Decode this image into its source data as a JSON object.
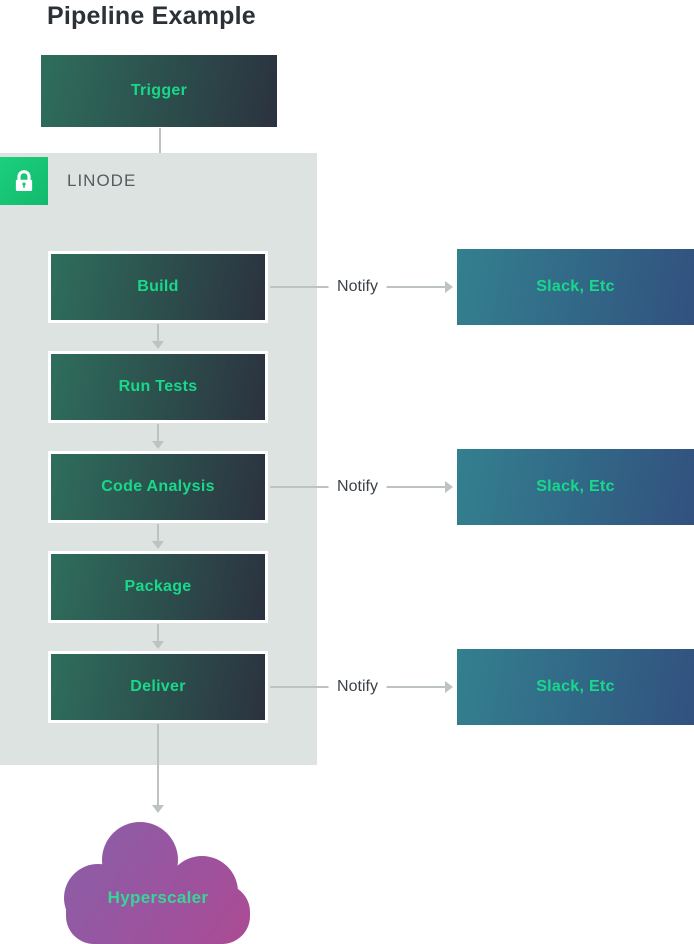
{
  "title": "Pipeline Example",
  "trigger": {
    "label": "Trigger"
  },
  "panel": {
    "label": "LINODE",
    "steps": [
      {
        "label": "Build"
      },
      {
        "label": "Run Tests"
      },
      {
        "label": "Code Analysis"
      },
      {
        "label": "Package"
      },
      {
        "label": "Deliver"
      }
    ]
  },
  "notifications": [
    {
      "from": "Build",
      "label": "Notify",
      "target": "Slack, Etc"
    },
    {
      "from": "Code Analysis",
      "label": "Notify",
      "target": "Slack, Etc"
    },
    {
      "from": "Deliver",
      "label": "Notify",
      "target": "Slack, Etc"
    }
  ],
  "cloud": {
    "label": "Hyperscaler"
  },
  "colors": {
    "step_gradient_start": "#2e6e5c",
    "step_gradient_end": "#2b323f",
    "accent_green": "#17d98a",
    "panel_bg": "#dde3e1",
    "lock_bg": "#16c577",
    "slack_gradient_start": "#33808f",
    "slack_gradient_end": "#32517f",
    "cloud_gradient_start": "#8a5fa6",
    "cloud_gradient_end": "#aa4c94",
    "arrow": "#bcc3c2",
    "title_text": "#2c3137",
    "notify_text": "#3c4147"
  }
}
